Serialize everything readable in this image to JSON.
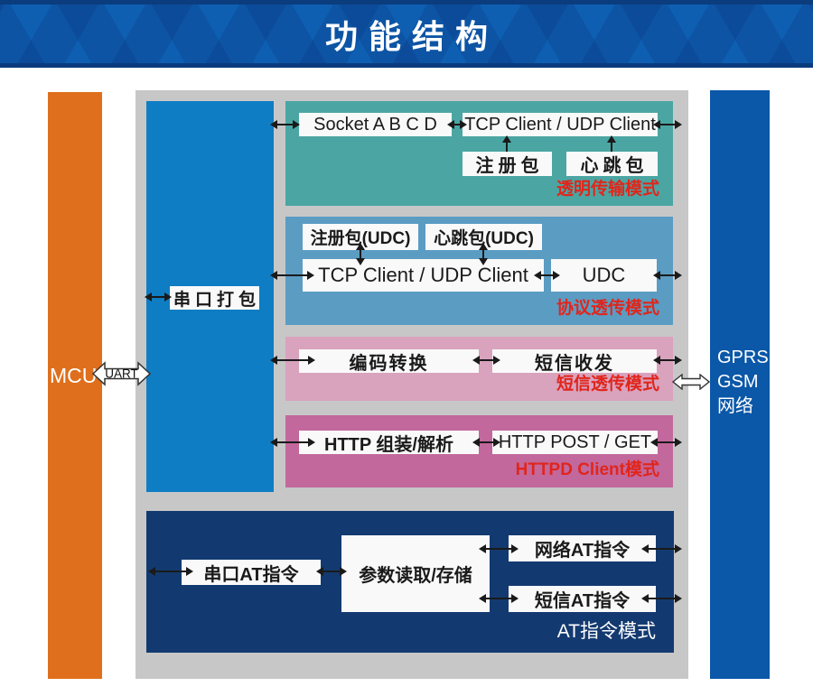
{
  "header": {
    "title": "功能结构"
  },
  "left": {
    "mcu": "MCU",
    "uart": "UART"
  },
  "right": {
    "lines": [
      "GPRS",
      "GSM",
      "网络"
    ]
  },
  "gateway": {
    "serial_pack": "串口打包"
  },
  "modes": {
    "transparent": {
      "label": "透明传输模式",
      "socket": "Socket A B C D",
      "tcp": "TCP Client / UDP Client",
      "reg": "注册包",
      "heartbeat": "心跳包"
    },
    "protocol": {
      "label": "协议透传模式",
      "reg": "注册包(UDC)",
      "heartbeat": "心跳包(UDC)",
      "tcp": "TCP Client / UDP Client",
      "udc": "UDC"
    },
    "sms": {
      "label": "短信透传模式",
      "encode": "编码转换",
      "sendrecv": "短信收发"
    },
    "httpd": {
      "label": "HTTPD Client模式",
      "assemble": "HTTP 组装/解析",
      "postget": "HTTP POST / GET"
    },
    "at": {
      "label": "AT指令模式",
      "serial": "串口AT指令",
      "param": "参数读取/存储",
      "net": "网络AT指令",
      "sms": "短信AT指令"
    }
  },
  "colors": {
    "header_blue": "#0e5fb2",
    "orange_bar": "#df6f1c",
    "gprs_bar": "#0b57a8",
    "gray_panel": "#c7c7c7",
    "blue_panel": "#0e7dc4",
    "transparent_mode": "#4ba6a3",
    "protocol_mode": "#5b9cc3",
    "sms_mode": "#d9a2bd",
    "httpd_mode": "#c2689c",
    "at_mode": "#133a70",
    "mode_label_red": "#e1251b"
  }
}
